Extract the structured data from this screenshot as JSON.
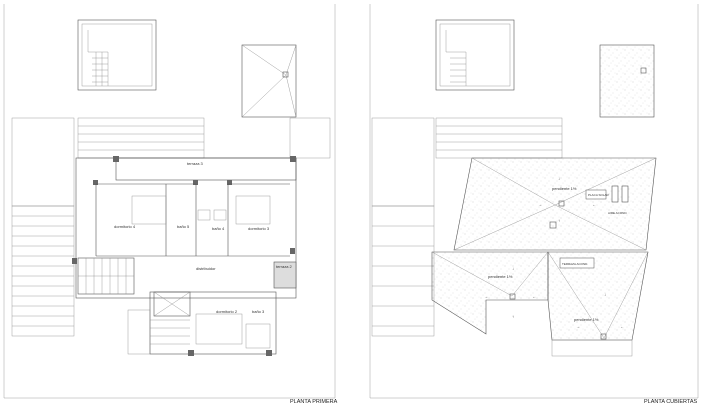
{
  "left_plan": {
    "title": "PLANTA PRIMERA",
    "rooms": {
      "terraza3": "terraza 3",
      "dormitorio4": "dormitorio 4",
      "bano5": "baño 5",
      "bano4": "baño 4",
      "dormitorio3": "dormitorio 3",
      "distribuidor": "distribuidor",
      "terraza2": "terraza 2",
      "dormitorio2": "dormitorio 2",
      "bano3": "baño 3"
    }
  },
  "right_plan": {
    "title": "PLANTA CUBIERTAS",
    "labels": {
      "pendiente_top": "pendiente 1%",
      "placas_solar": "PLACA SOLAR",
      "aire_acond": "AIRE ACOND.",
      "pendiente_left": "pendiente 1%",
      "pendiente_right": "pendiente 1%",
      "terraza_box": "TERRAZA ACOND."
    }
  }
}
